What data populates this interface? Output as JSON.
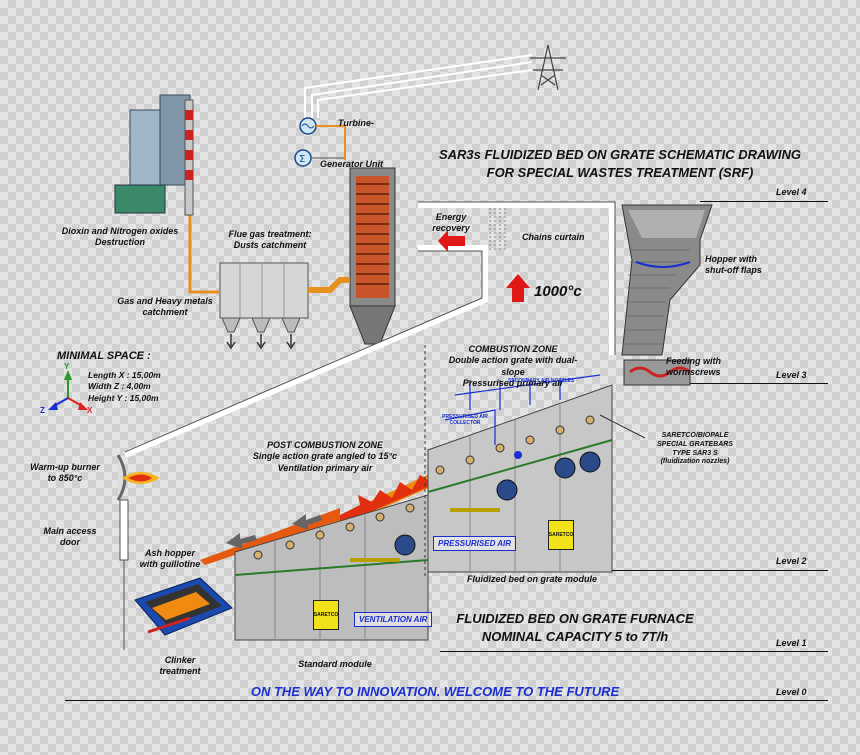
{
  "title": {
    "line1": "SAR3s FLUIDIZED BED ON GRATE SCHEMATIC DRAWING",
    "line2": "FOR SPECIAL WASTES TREATMENT (SRF)"
  },
  "levels": [
    "Level 4",
    "Level 3",
    "Level 2",
    "Level 1",
    "Level 0"
  ],
  "labels": {
    "dioxin_1": "Dioxin and Nitrogen oxides",
    "dioxin_2": "Destruction",
    "flue_1": "Flue gas treatment:",
    "flue_2": "Dusts catchment",
    "turbine_1": "Turbine-",
    "turbine_2": "Generator Unit",
    "gas_1": "Gas and Heavy metals",
    "gas_2": "catchment",
    "energy_1": "Energy",
    "energy_2": "recovery",
    "chains": "Chains curtain",
    "temperature": "1000°c",
    "hopper_1": "Hopper with",
    "hopper_2": "shut-off flaps",
    "feeding_1": "Feeding with",
    "feeding_2": "wormscrews",
    "combustion_1": "COMBUSTION ZONE",
    "combustion_2": "Double action grate with dual-slope",
    "combustion_3": "Pressurised primary air",
    "gratebars_1": "SARETCO/BIOPALE",
    "gratebars_2": "SPECIAL GRATEBARS",
    "gratebars_3": "TYPE SAR3 S",
    "gratebars_4": "(fluidization nozzles)",
    "post_1": "POST COMBUSTION ZONE",
    "post_2": "Single action grate angled to 15°c",
    "post_3": "Ventilation primary air",
    "warmup_1": "Warm-up burner",
    "warmup_2": "to 850°c",
    "access_1": "Main access",
    "access_2": "door",
    "ash_1": "Ash hopper",
    "ash_2": "with guillotine",
    "clinker_1": "Clinker",
    "clinker_2": "treatment",
    "standard": "Standard module",
    "fluidized_module": "Fluidized bed on grate module",
    "pressurised_air": "PRESSURISED AIR",
    "ventilation_air": "VENTILATION AIR",
    "saretco": "SARETCO",
    "secondary_air": "SECONDARY AIR NOZZLES",
    "pressurised_collector": "PRESSURISED AIR COLLECTOR"
  },
  "minimal_space": {
    "heading": "MINIMAL SPACE :",
    "length": "Length X : 15,00m",
    "width": "Width Z : 4,00m",
    "height": "Height Y : 15,00m",
    "axis_x": "X",
    "axis_y": "Y",
    "axis_z": "Z"
  },
  "furnace": {
    "line1": "FLUIDIZED BED ON GRATE FURNACE",
    "line2": "NOMINAL CAPACITY 5 to 7T/h"
  },
  "slogan": "ON THE WAY TO INNOVATION. WELCOME TO THE FUTURE",
  "colors": {
    "accent_blue": "#1a2fd0",
    "arrow_red": "#e01818",
    "flame_orange": "#f08a10",
    "duct_orange": "#e69020"
  }
}
